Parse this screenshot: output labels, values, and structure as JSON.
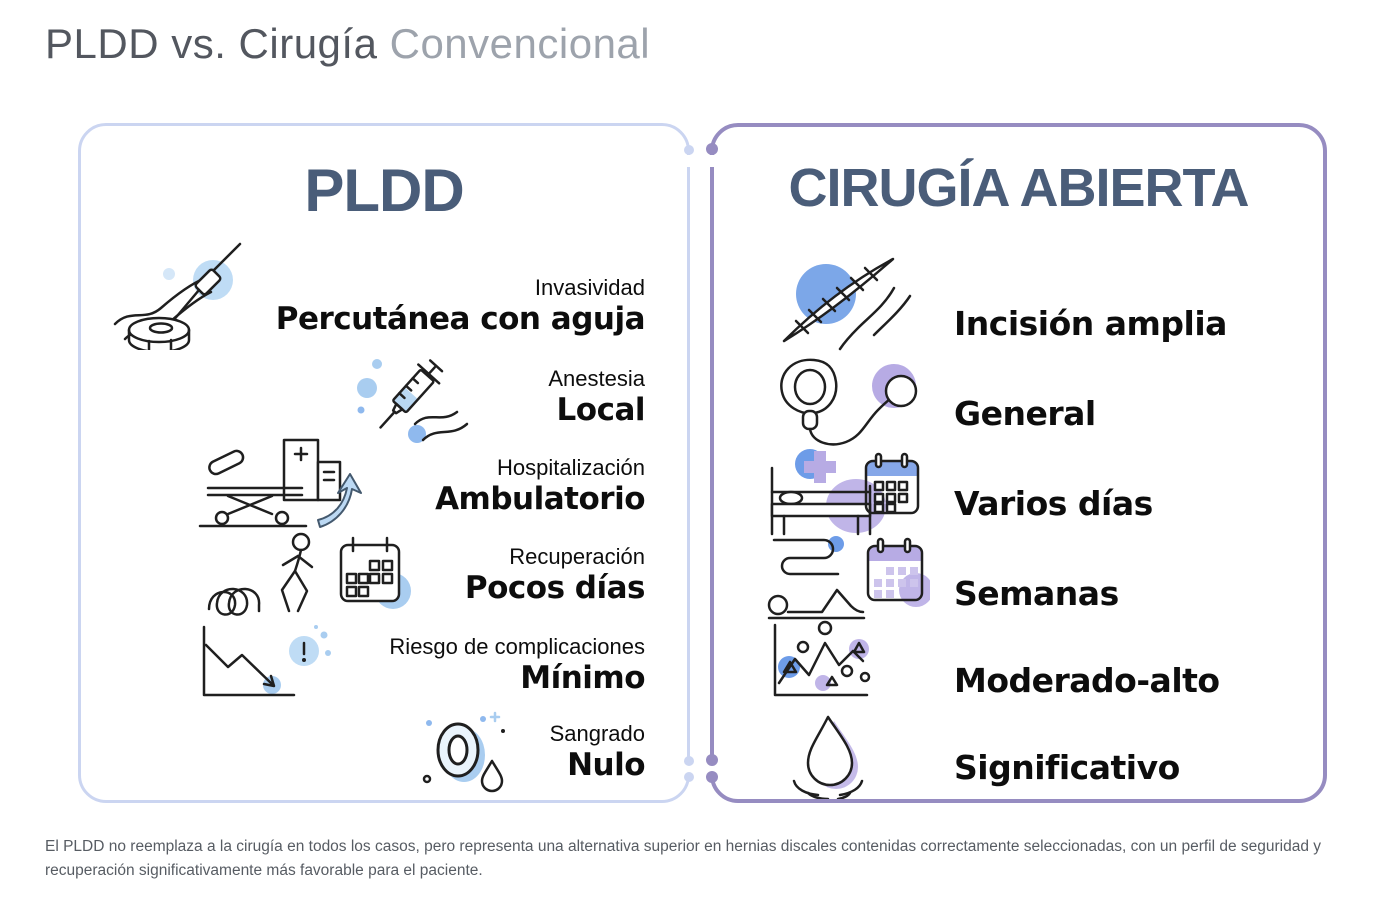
{
  "title": {
    "primary": "PLDD vs. Cirugía",
    "secondary": "Convencional"
  },
  "colors": {
    "left_border": "#cbd5f1",
    "right_border": "#968cc1",
    "panel_header": "#4a5d79",
    "accent_light_blue": "#b9d8f3",
    "accent_blue": "#6d9ce8",
    "accent_purple": "#b7abe4",
    "text_dark": "#0d0d0d"
  },
  "left_panel": {
    "title": "PLDD",
    "rows": [
      {
        "icon": "needle-disc-icon",
        "label": "Invasividad",
        "value": "Percutánea con aguja"
      },
      {
        "icon": "syringe-icon",
        "label": "Anestesia",
        "value": "Local"
      },
      {
        "icon": "hospital-discharge-icon",
        "label": "Hospitalización",
        "value": "Ambulatorio"
      },
      {
        "icon": "walking-calendar-icon",
        "label": "Recuperación",
        "value": "Pocos días"
      },
      {
        "icon": "declining-risk-icon",
        "label": "Riesgo de complicaciones",
        "value": "Mínimo"
      },
      {
        "icon": "zero-bleeding-icon",
        "label": "Sangrado",
        "value": "Nulo"
      }
    ]
  },
  "right_panel": {
    "title": "CIRUGÍA ABIERTA",
    "rows": [
      {
        "icon": "suture-incision-icon",
        "value": "Incisión amplia"
      },
      {
        "icon": "anesthesia-mask-icon",
        "value": "General"
      },
      {
        "icon": "hospital-bed-calendar-icon",
        "value": "Varios días"
      },
      {
        "icon": "resting-calendar-icon",
        "value": "Semanas"
      },
      {
        "icon": "risk-chart-icon",
        "value": "Moderado-alto"
      },
      {
        "icon": "blood-drop-icon",
        "value": "Significativo"
      }
    ]
  },
  "footnote": "El PLDD no reemplaza a la cirugía en todos los casos, pero representa una alternativa superior en hernias discales contenidas correctamente seleccionadas, con un perfil de seguridad y recuperación significativamente más favorable para el paciente."
}
